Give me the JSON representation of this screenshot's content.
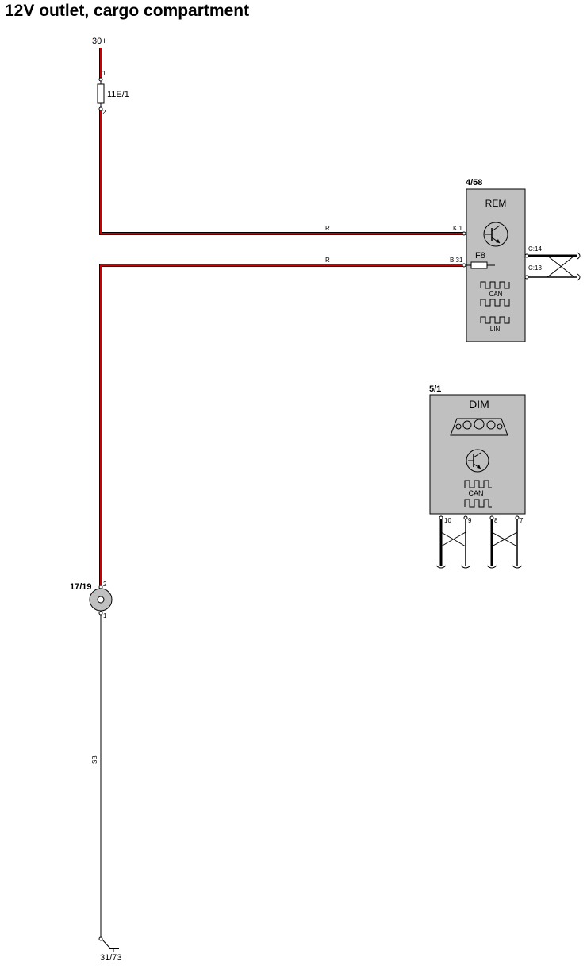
{
  "title": "12V outlet, cargo compartment",
  "supply": {
    "label": "30+"
  },
  "fuse": {
    "label": "11E/1",
    "pin_top": "1",
    "pin_bottom": "2"
  },
  "wires": {
    "r_top": "R",
    "r_bottom": "R",
    "ground": "SB"
  },
  "rem": {
    "id": "4/58",
    "name": "REM",
    "pin_k1": "K:1",
    "pin_b31": "B:31",
    "pin_c14": "C:14",
    "pin_c13": "C:13",
    "fuse_label": "F8",
    "bus1": "CAN",
    "bus2": "LIN"
  },
  "dim": {
    "id": "5/1",
    "name": "DIM",
    "bus": "CAN",
    "pins": [
      "10",
      "9",
      "8",
      "7"
    ]
  },
  "outlet": {
    "id": "17/19",
    "pin_top": "2",
    "pin_bottom": "1"
  },
  "ground": {
    "label": "31/73"
  },
  "colors": {
    "wire_red": "#cc0000",
    "module_fill": "#c0c0c0"
  }
}
